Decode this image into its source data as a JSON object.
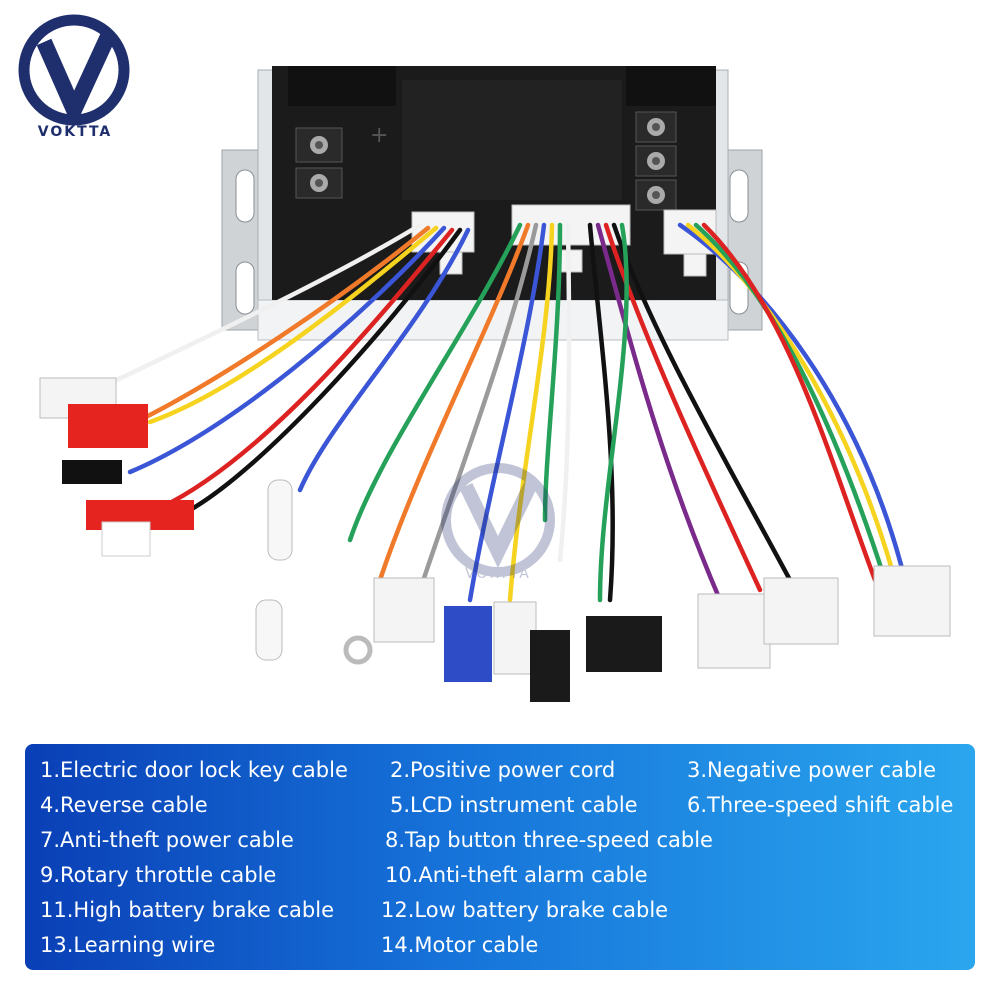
{
  "brand": {
    "name": "VOKTTA",
    "watermark": "VOKTTA"
  },
  "legend": [
    "1.Electric door lock key cable",
    "2.Positive power cord",
    "3.Negative power cable",
    "4.Reverse cable",
    "5.LCD instrument cable",
    "6.Three-speed shift cable",
    "7.Anti-theft power cable",
    "8.Tap button three-speed cable",
    "9.Rotary throttle cable",
    "10.Anti-theft alarm cable",
    "11.High battery brake cable",
    "12.Low battery brake cable",
    "13.Learning wire",
    "14.Motor cable"
  ],
  "colors": {
    "panel_start": "#0a3fb6",
    "panel_end": "#2aa6ee",
    "logo_blue": "#1f2f6e"
  }
}
